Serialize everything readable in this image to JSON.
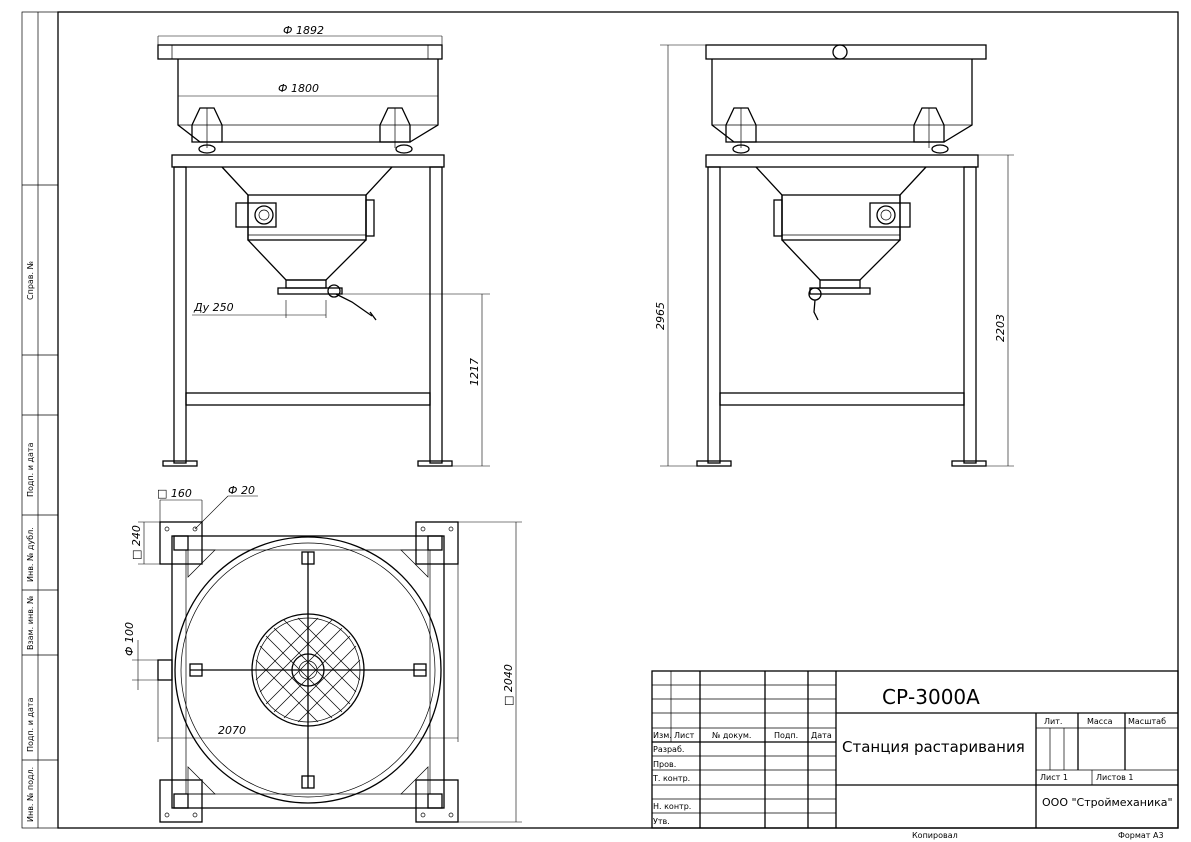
{
  "dimensions": {
    "d1892": "Ф 1892",
    "d1800": "Ф 1800",
    "du250": "Ду 250",
    "h1217": "1217",
    "h2965": "2965",
    "h2203": "2203",
    "sq160": "□ 160",
    "d20": "Ф 20",
    "sq240": "□ 240",
    "d100": "Ф 100",
    "w2070": "2070",
    "sq2040": "□ 2040"
  },
  "side_stamp": {
    "sprav": "Справ. №",
    "podp_data_1": "Подп. и дата",
    "inv_dubl": "Инв. № дубл.",
    "vzam_inv": "Взам. инв. №",
    "podp_data_2": "Подп. и дата",
    "inv_podl": "Инв. № подл."
  },
  "title_block": {
    "designation": "СР-3000А",
    "name": "Станция растаривания",
    "organization": "ООО \"Строймеханика\"",
    "col_izm": "Изм.",
    "col_list": "Лист",
    "col_ndokum": "№ докум.",
    "col_podp": "Подп.",
    "col_data": "Дата",
    "row_razrab": "Разраб.",
    "row_prov": "Пров.",
    "row_tkontr": "Т. контр.",
    "row_nkontr": "Н. контр.",
    "row_utv": "Утв.",
    "lit": "Лит.",
    "massa": "Масса",
    "masshtab": "Масштаб",
    "sheet": "Лист 1",
    "sheets": "Листов 1"
  },
  "footer": {
    "kopiroval": "Копировал",
    "format": "Формат А3"
  }
}
